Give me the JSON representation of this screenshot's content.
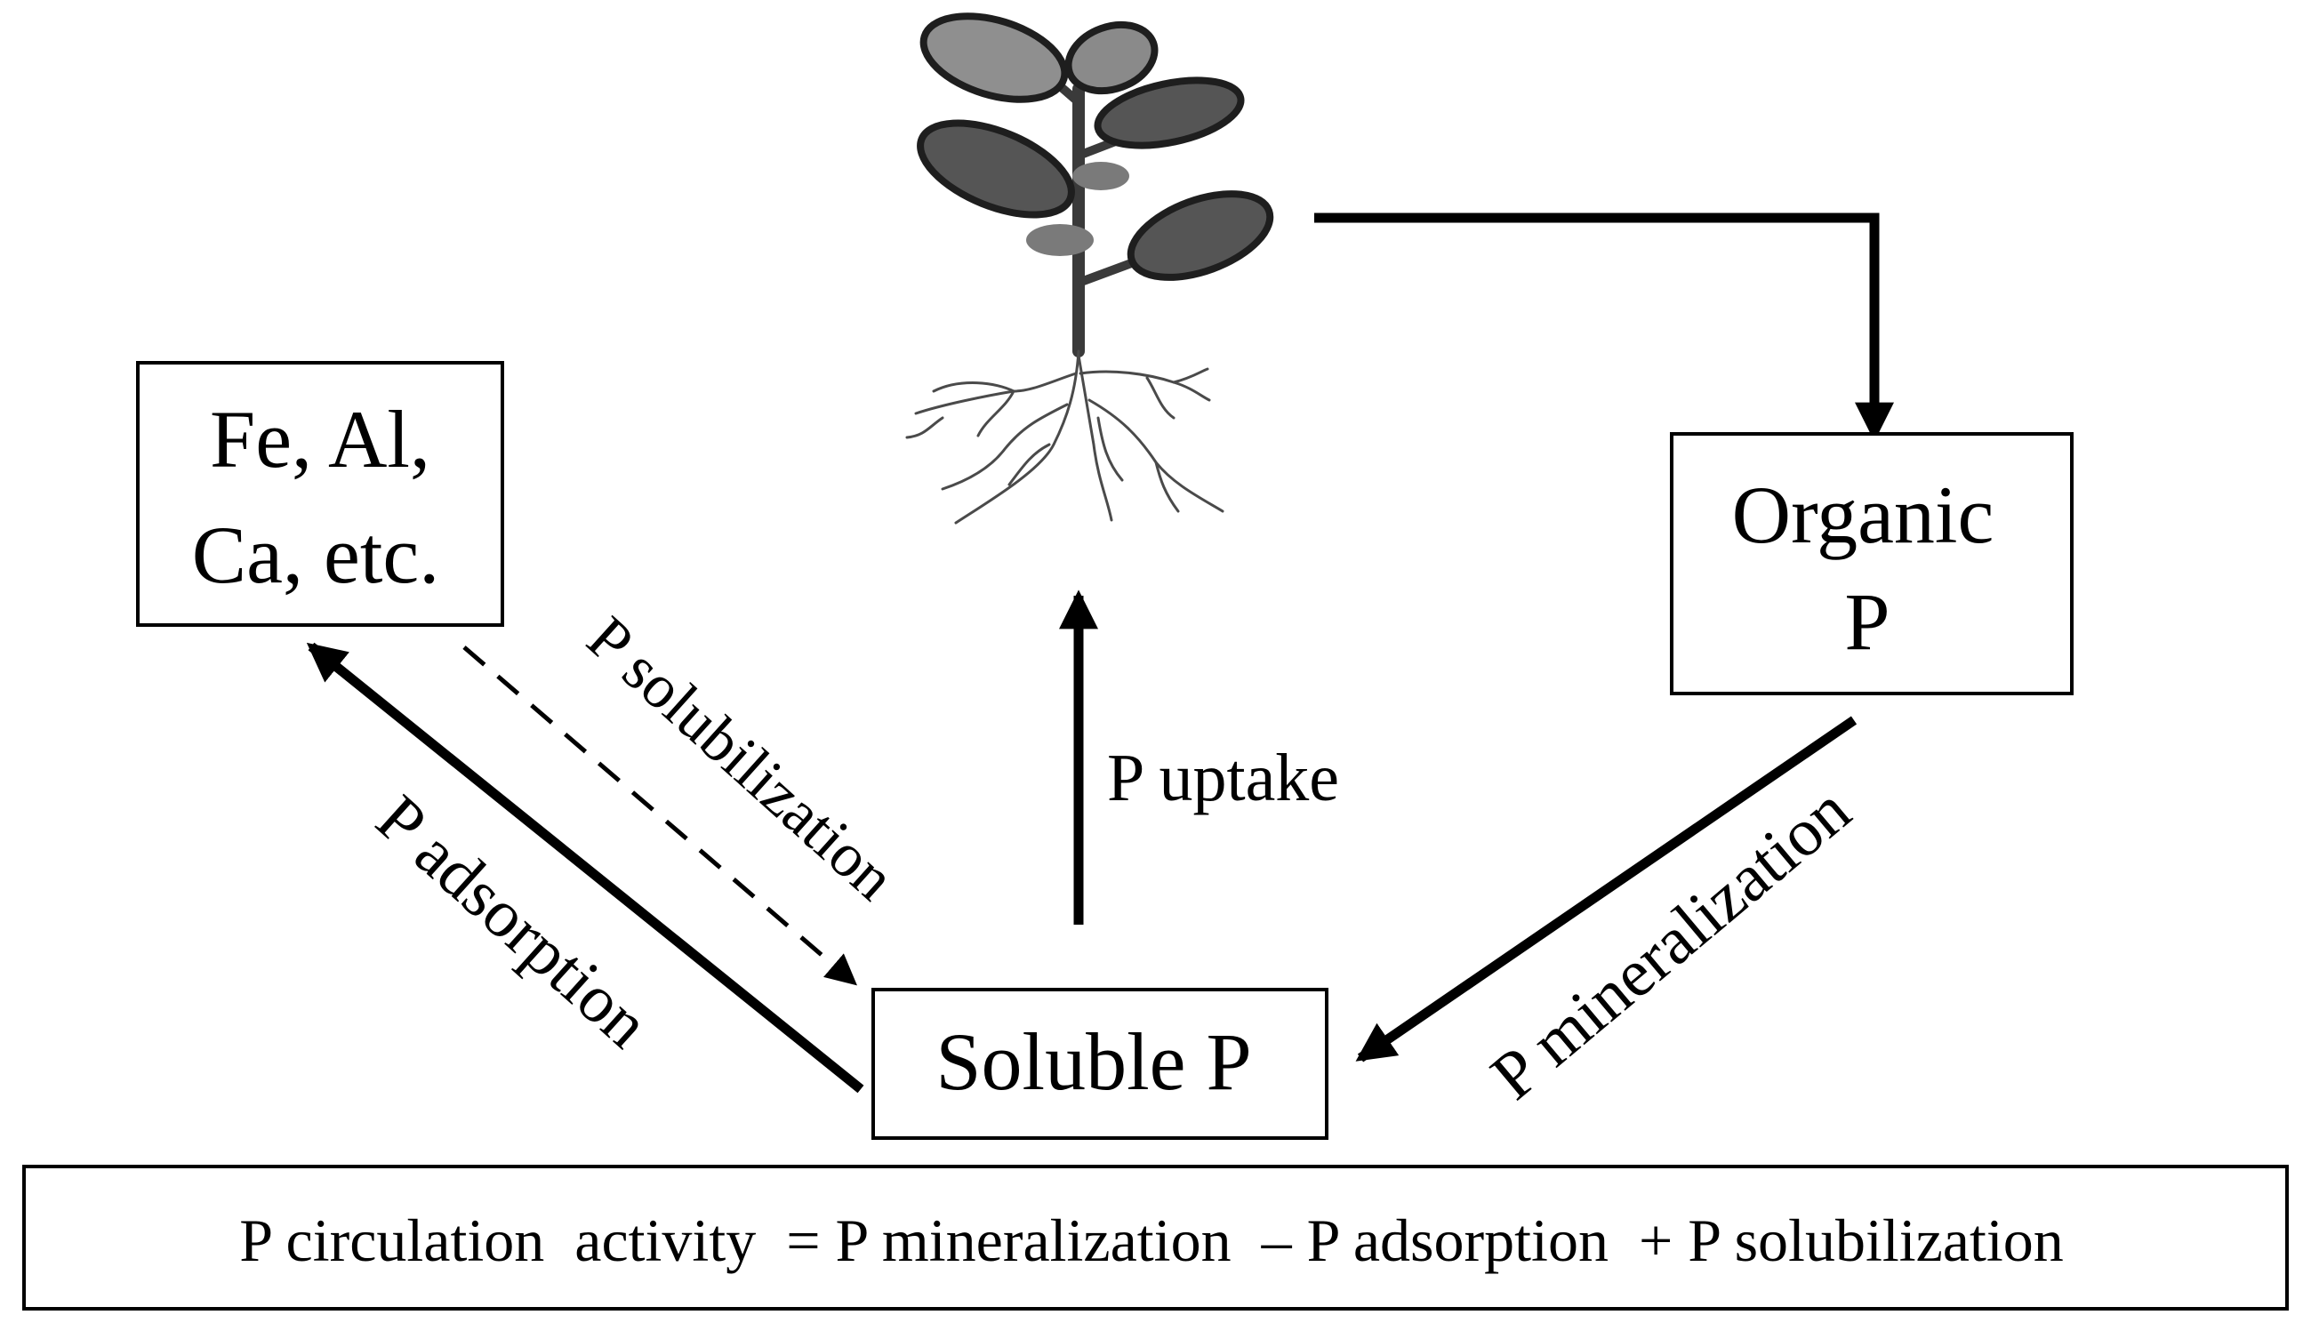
{
  "nodes": {
    "metals": {
      "line1": "Fe, Al,",
      "line2": "Ca, etc."
    },
    "organic_p": {
      "line1": "Organic",
      "line2": "P"
    },
    "soluble_p": {
      "label": "Soluble P"
    }
  },
  "processes": {
    "uptake": "P uptake",
    "adsorption": "P adsorption",
    "solubilization": "P solubilization",
    "mineralization": "P mineralization"
  },
  "equation": "P circulation  activity  = P mineralization  – P adsorption  + P solubilization",
  "colors": {
    "line": "#000000",
    "leaf_dark": "#555555",
    "leaf_mid": "#7a7a7a",
    "leaf_light": "#8f8f8f",
    "stem": "#3a3a3a",
    "root": "#4a4a4a"
  }
}
